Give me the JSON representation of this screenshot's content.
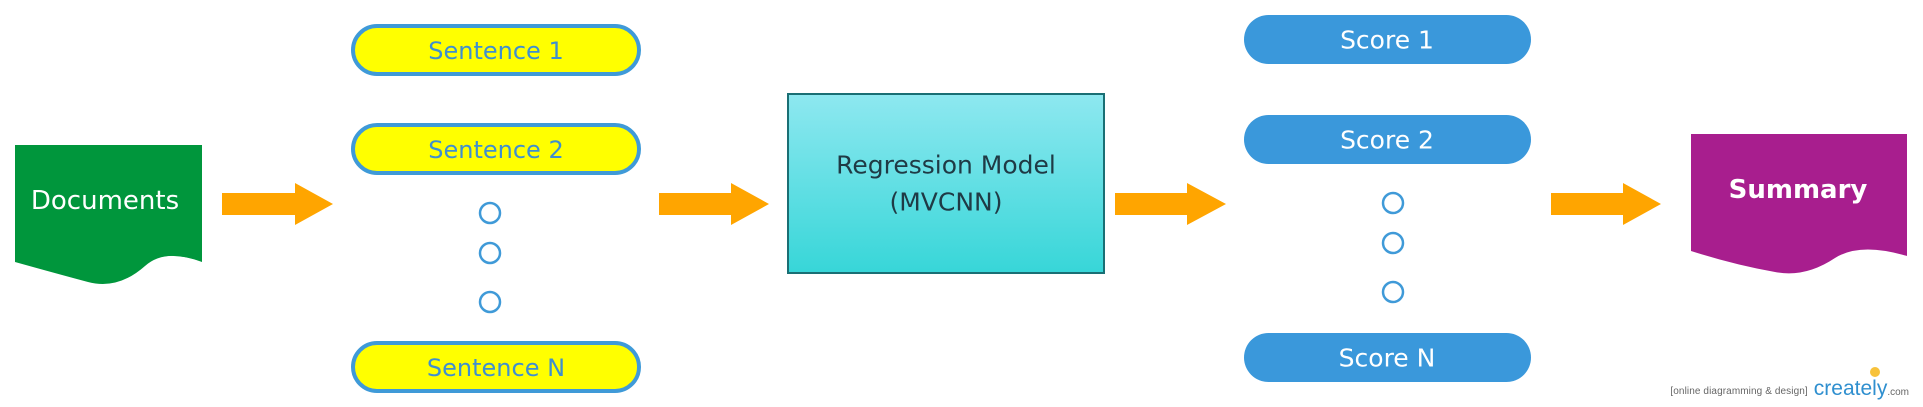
{
  "nodes": {
    "documents": "Documents",
    "sentences": [
      "Sentence 1",
      "Sentence 2",
      "Sentence N"
    ],
    "model_line1": "Regression Model",
    "model_line2": "(MVCNN)",
    "scores": [
      "Score 1",
      "Score 2",
      "Score N"
    ],
    "summary": "Summary"
  },
  "colors": {
    "arrow": "#ffa500",
    "documents_fill": "#00963c",
    "sentence_fill": "#ffff00",
    "sentence_stroke": "#3f9ad8",
    "sentence_text": "#3f8fcf",
    "model_top": "#8ee8f0",
    "model_bottom": "#37d6d8",
    "model_stroke": "#1a6f74",
    "score_fill": "#3a98db",
    "summary_fill": "#a81e8e",
    "ellipsis_stroke": "#3f9ad8"
  },
  "watermark": {
    "tagline": "[online diagramming & design]",
    "brand": "creately",
    "suffix": ".com"
  }
}
